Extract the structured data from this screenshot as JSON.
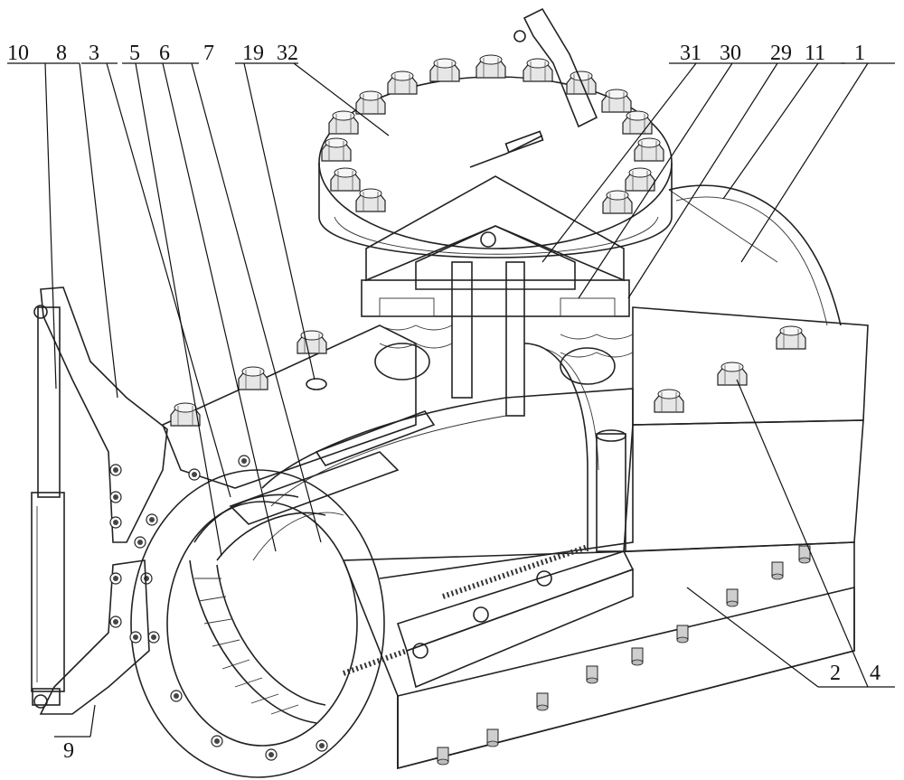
{
  "figure": {
    "labels_top": [
      "10",
      "8",
      "3",
      "5",
      "6",
      "7",
      "19",
      "32",
      "31",
      "30",
      "29",
      "11",
      "1"
    ],
    "labels_bottom": [
      "9",
      "2",
      "4"
    ]
  },
  "colors": {
    "line": "#111111",
    "background": "#ffffff",
    "metal_light": "#ebebeb",
    "metal_mid": "#d2d2d2",
    "metal_dark": "#a8a8a8"
  }
}
